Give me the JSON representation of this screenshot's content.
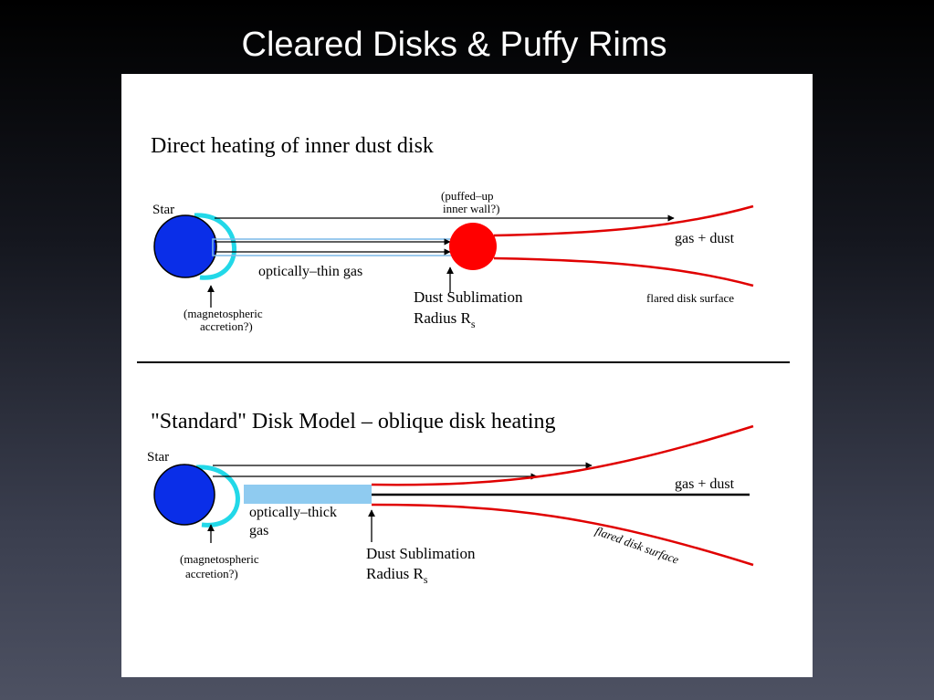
{
  "slide": {
    "title": "Cleared Disks & Puffy Rims"
  },
  "colors": {
    "star": "#0a2ee8",
    "accretion": "#22d8e8",
    "dust_rim": "#ff0000",
    "disk_surface": "#e00000",
    "thick_gas": "#8fcbf0",
    "thin_gas_line": "#7ab8e8"
  },
  "panel_top": {
    "heading": "Direct heating of inner dust disk",
    "star_label": "Star",
    "rim_label_line1": "(puffed–up",
    "rim_label_line2": "inner wall?)",
    "gas_label": "optically–thin gas",
    "gas_dust_label": "gas + dust",
    "sublimation_line1": "Dust Sublimation",
    "sublimation_line2": "Radius R",
    "sublimation_subscript": "s",
    "accretion_line1": "(magnetospheric",
    "accretion_line2": "accretion?)",
    "surface_label": "flared disk surface"
  },
  "panel_bottom": {
    "heading": "\"Standard\" Disk Model – oblique disk heating",
    "star_label": "Star",
    "gas_label_line1": "optically–thick",
    "gas_label_line2": "gas",
    "gas_dust_label": "gas + dust",
    "surface_label": "flared disk surface",
    "sublimation_line1": "Dust Sublimation",
    "sublimation_line2": "Radius R",
    "sublimation_subscript": "s",
    "accretion_line1": "(magnetospheric",
    "accretion_line2": "accretion?)"
  }
}
